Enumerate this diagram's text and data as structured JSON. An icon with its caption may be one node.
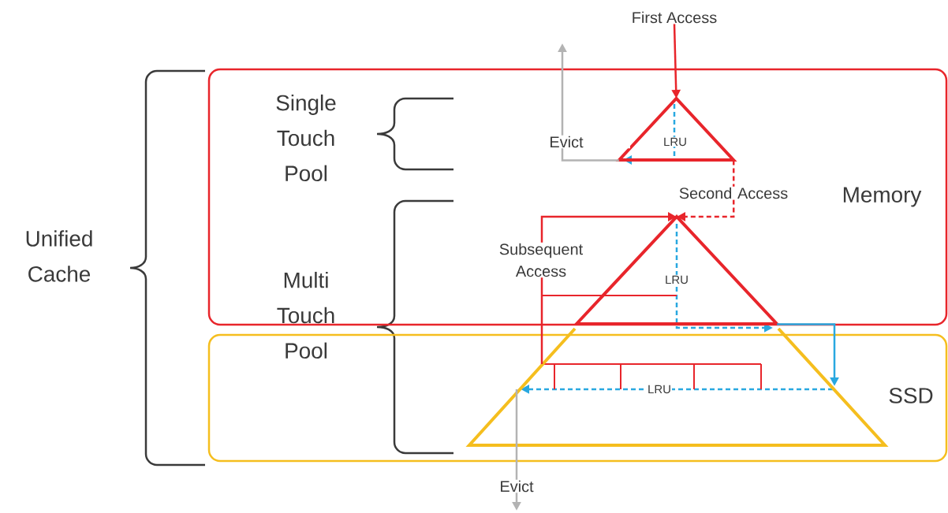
{
  "diagram": {
    "nodes": [
      {
        "text": [
          "Memory"
        ]
      },
      {
        "text": [
          "SSD"
        ]
      },
      {
        "text": [
          "LRU"
        ],
        "in": 0
      },
      {
        "text": [
          "LRU"
        ],
        "in": 0
      },
      {
        "text": [
          "First Access"
        ]
      },
      {
        "text": [
          "LRU"
        ],
        "in": 1
      }
    ],
    "edges": [
      {
        "from": 4,
        "to": 2,
        "arrow": "to"
      },
      {
        "from": 2,
        "to": 3,
        "arrow": "to",
        "label": "Second Access",
        "style": "dashed"
      },
      {
        "from": 5,
        "to": 3,
        "arrow": "to",
        "label": "Subsequent Access"
      },
      {
        "from": 2,
        "to": null,
        "arrow": "to",
        "label": "Evict",
        "color": "#b3b3b3"
      },
      {
        "from": 5,
        "to": null,
        "arrow": "to",
        "label": "Evict",
        "color": "#b3b3b3"
      },
      {
        "from": 3,
        "to": 5,
        "arrow": "to",
        "color": "#29a8e0"
      }
    ],
    "labels": [
      "Single Touch Pool",
      "Unified Cache",
      "Multi Touch Pool"
    ]
  }
}
